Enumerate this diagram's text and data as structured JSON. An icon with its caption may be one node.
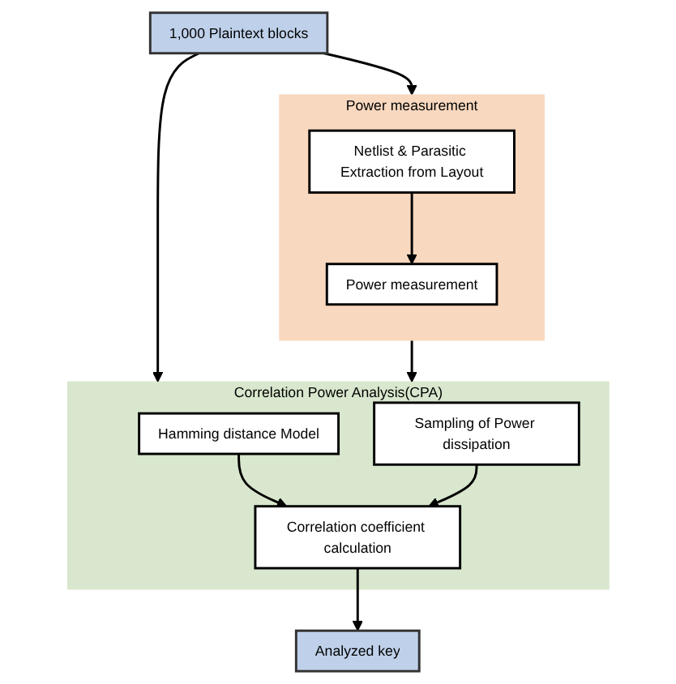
{
  "diagram": {
    "nodes": [
      {
        "text": [
          "1,000 Plaintext blocks"
        ]
      },
      {
        "text": [
          "Power measurement"
        ]
      },
      {
        "text": [
          "Netlist & Parasitic Extraction from Layout"
        ],
        "in": 1
      },
      {
        "text": [
          "Power measurement"
        ],
        "in": 1
      },
      {
        "text": [
          "Correlation Power Analysis(CPA)"
        ]
      },
      {
        "text": [
          "Hamming distance Model"
        ],
        "in": 4
      },
      {
        "text": [
          "Sampling of Power dissipation"
        ],
        "in": 4
      },
      {
        "text": [
          "Correlation coefficient calculation"
        ],
        "in": 4
      },
      {
        "text": [
          "Analyzed key"
        ]
      }
    ],
    "edges": [
      {
        "from": 0,
        "to": 1,
        "arrow": "to"
      },
      {
        "from": 2,
        "to": 3,
        "arrow": "to"
      },
      {
        "from": 0,
        "to": 4,
        "arrow": "to"
      },
      {
        "from": 1,
        "to": 4,
        "arrow": "to"
      },
      {
        "from": 5,
        "to": 7,
        "arrow": "to"
      },
      {
        "from": 6,
        "to": 7,
        "arrow": "to"
      },
      {
        "from": 7,
        "to": 8,
        "arrow": "to"
      }
    ]
  }
}
